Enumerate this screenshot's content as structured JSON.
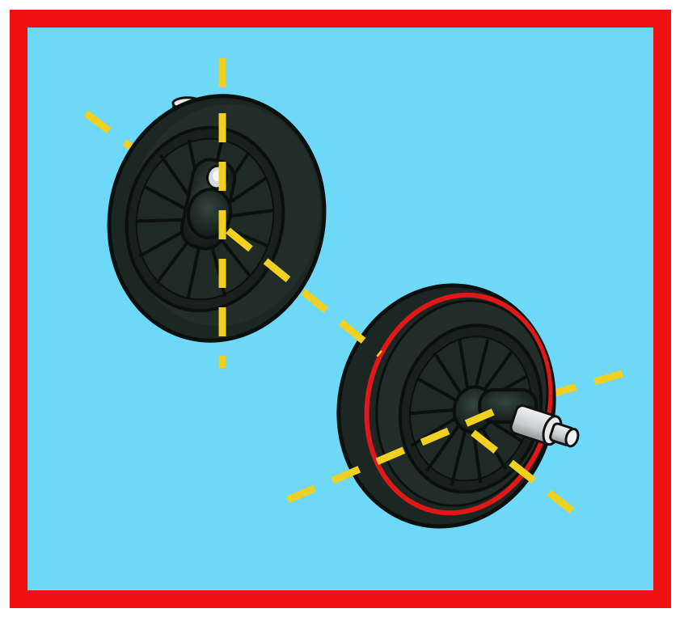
{
  "diagram": {
    "frame_color": "#ee1111",
    "background_color": "#6ed8f8",
    "guide_line_color": "#f0d020",
    "parts": [
      {
        "name": "wheel-left",
        "color": "#1e2a26",
        "has_red_flange": false
      },
      {
        "name": "wheel-right",
        "color": "#1e2a26",
        "has_red_flange": true,
        "flange_color": "#e01818"
      }
    ],
    "icons": [
      "train-wheel-icon",
      "axle-pin-icon",
      "assembly-guide-line"
    ]
  }
}
